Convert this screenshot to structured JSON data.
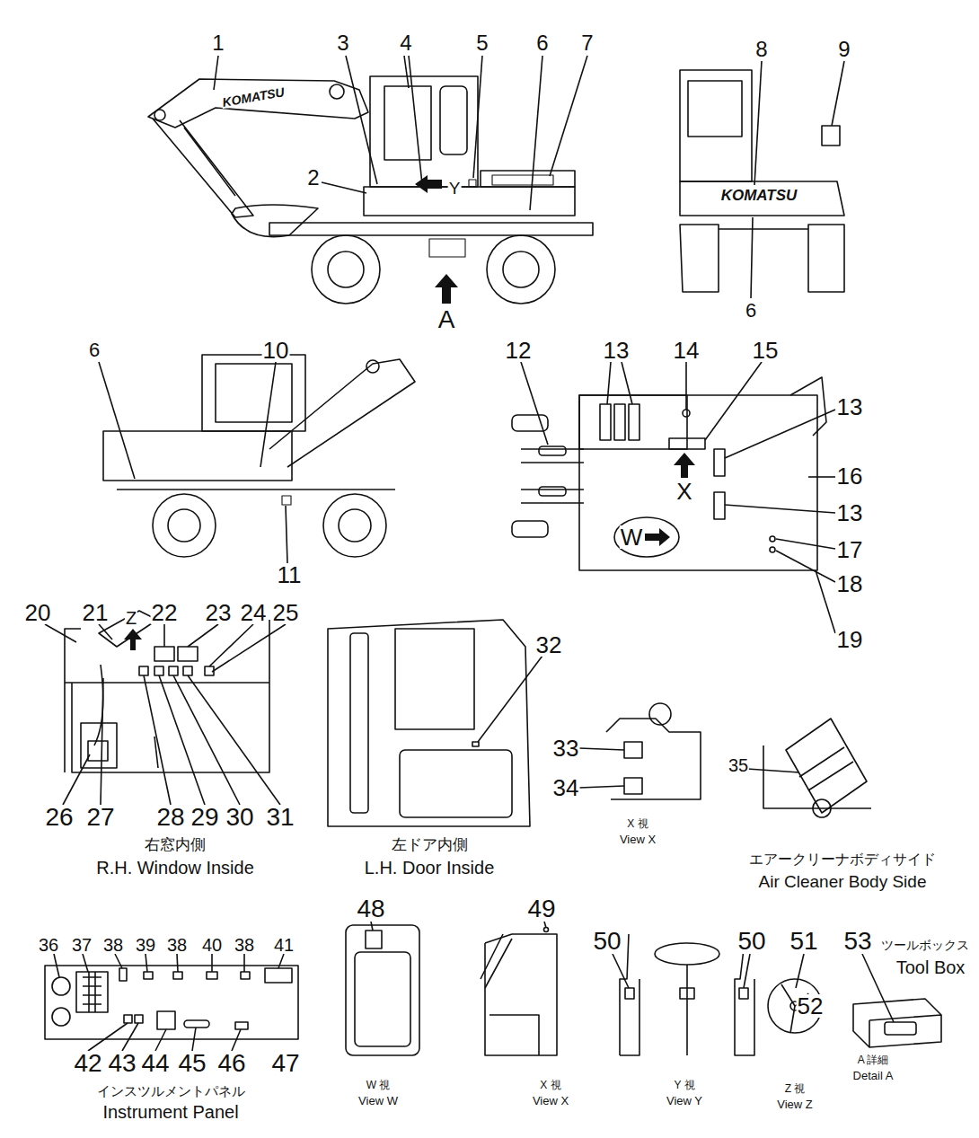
{
  "diagram": {
    "labels": [
      "1",
      "2",
      "3",
      "4",
      "5",
      "6",
      "7",
      "8",
      "9",
      "KOMATSU",
      "KOMATSU",
      "Y",
      "6",
      "A",
      "6",
      "10",
      "11",
      "12",
      "13",
      "14",
      "15",
      "13",
      "X",
      "W",
      "16",
      "13",
      "17",
      "18",
      "19",
      "20",
      "21",
      "Z",
      "22",
      "23",
      "24",
      "25",
      "26",
      "27",
      "28",
      "29",
      "30",
      "31",
      "右窓内側",
      "R.H. Window Inside",
      "32",
      "左ドア内側",
      "L.H. Door Inside",
      "33",
      "34",
      "X 視",
      "View X",
      "35",
      "エアークリーナボディサイド",
      "Air Cleaner Body Side",
      "36",
      "37",
      "38",
      "39",
      "38",
      "40",
      "38",
      "41",
      "42",
      "43",
      "44",
      "45",
      "46",
      "47",
      "インスツルメントパネル",
      "Instrument Panel",
      "48",
      "W 視",
      "View W",
      "49",
      "X 視",
      "View X",
      "50",
      "50",
      "Y 視",
      "View Y",
      "51",
      "52",
      "Z 視",
      "View Z",
      "53",
      "ツールボックス",
      "Tool Box",
      "A 詳細",
      "Detail A"
    ]
  }
}
